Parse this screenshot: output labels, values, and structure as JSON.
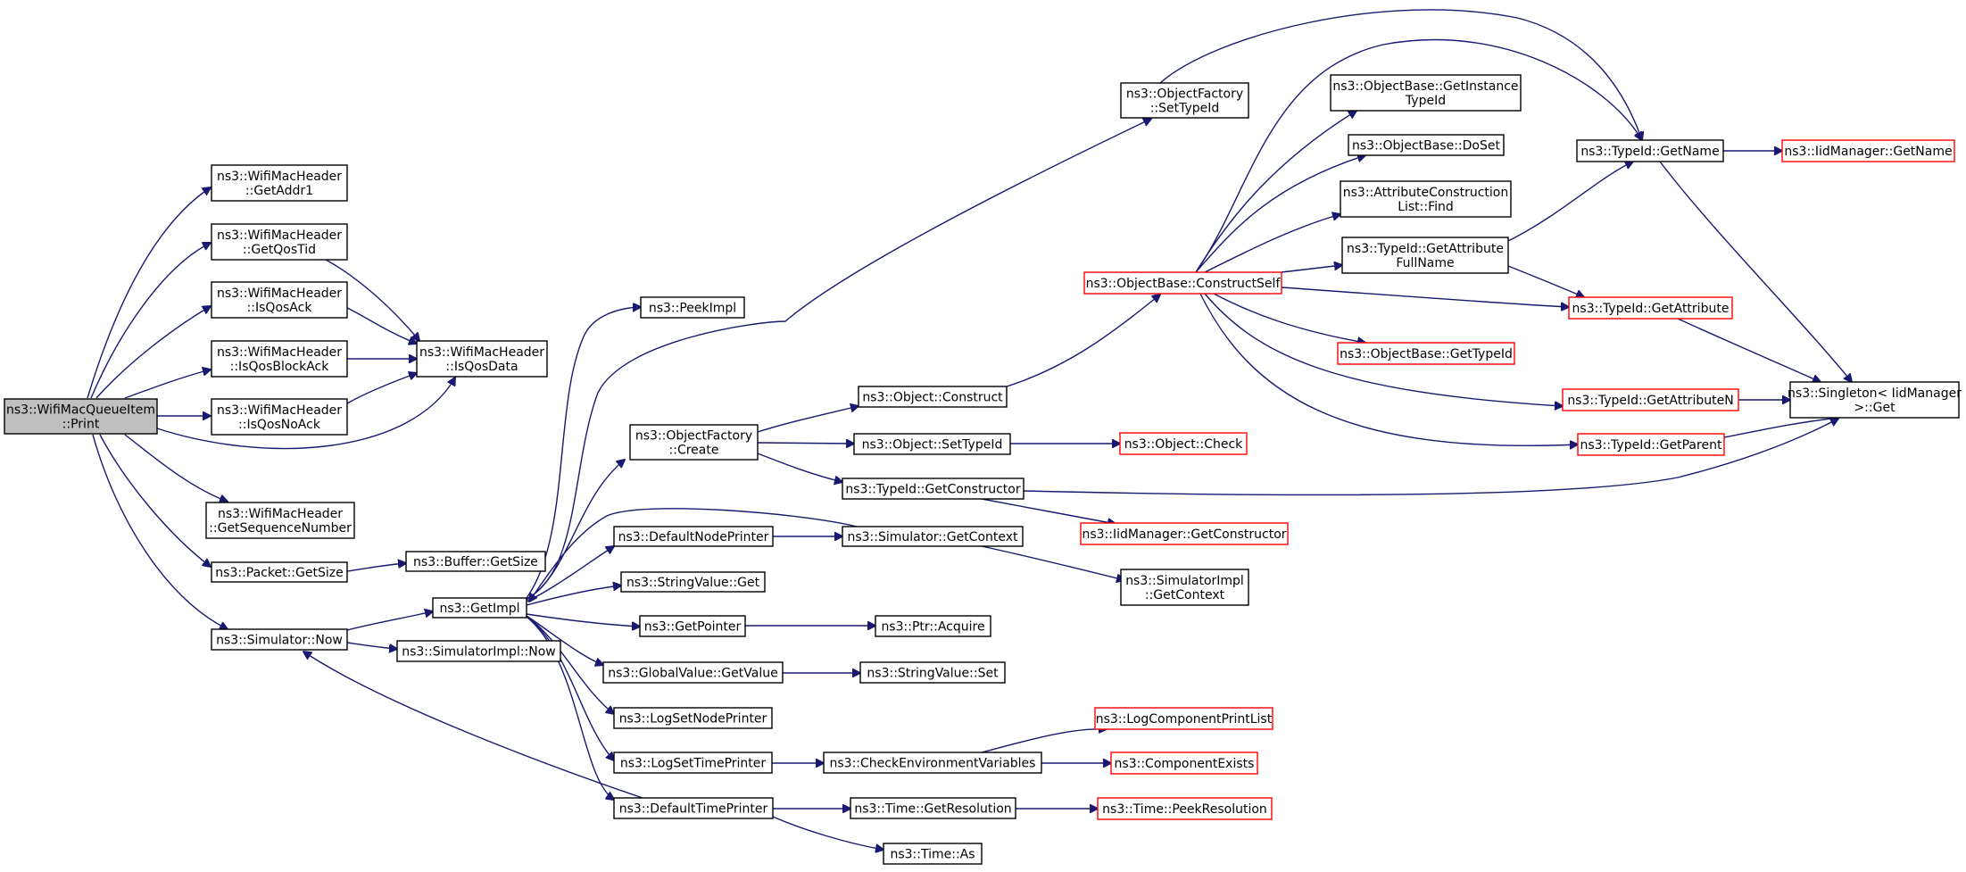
{
  "colors": {
    "edge": "#191970",
    "truncated_border": "#ff0000",
    "root_fill": "#bfbfbf"
  },
  "nodes": [
    {
      "id": "root",
      "lines": [
        "ns3::WifiMacQueueItem",
        "::Print"
      ],
      "style": "root"
    },
    {
      "id": "getaddr1",
      "lines": [
        "ns3::WifiMacHeader",
        "::GetAddr1"
      ]
    },
    {
      "id": "getqostid",
      "lines": [
        "ns3::WifiMacHeader",
        "::GetQosTid"
      ]
    },
    {
      "id": "isqosack",
      "lines": [
        "ns3::WifiMacHeader",
        "::IsQosAck"
      ]
    },
    {
      "id": "isqosblockack",
      "lines": [
        "ns3::WifiMacHeader",
        "::IsQosBlockAck"
      ]
    },
    {
      "id": "isqosnoack",
      "lines": [
        "ns3::WifiMacHeader",
        "::IsQosNoAck"
      ]
    },
    {
      "id": "isqosdata",
      "lines": [
        "ns3::WifiMacHeader",
        "::IsQosData"
      ]
    },
    {
      "id": "getseqnum",
      "lines": [
        "ns3::WifiMacHeader",
        "::GetSequenceNumber"
      ]
    },
    {
      "id": "packetgetsize",
      "lines": [
        "ns3::Packet::GetSize"
      ]
    },
    {
      "id": "buffergetsize",
      "lines": [
        "ns3::Buffer::GetSize"
      ]
    },
    {
      "id": "simnow",
      "lines": [
        "ns3::Simulator::Now"
      ]
    },
    {
      "id": "getimpl",
      "lines": [
        "ns3::GetImpl"
      ]
    },
    {
      "id": "simimplnow",
      "lines": [
        "ns3::SimulatorImpl::Now"
      ]
    },
    {
      "id": "peekimpl",
      "lines": [
        "ns3::PeekImpl"
      ]
    },
    {
      "id": "ofcreate",
      "lines": [
        "ns3::ObjectFactory",
        "::Create"
      ]
    },
    {
      "id": "defnodeprinter",
      "lines": [
        "ns3::DefaultNodePrinter"
      ]
    },
    {
      "id": "stringvalueget",
      "lines": [
        "ns3::StringValue::Get"
      ]
    },
    {
      "id": "getpointer",
      "lines": [
        "ns3::GetPointer"
      ]
    },
    {
      "id": "gvgetvalue",
      "lines": [
        "ns3::GlobalValue::GetValue"
      ]
    },
    {
      "id": "logsetnodeprinter",
      "lines": [
        "ns3::LogSetNodePrinter"
      ]
    },
    {
      "id": "logsettimeprinter",
      "lines": [
        "ns3::LogSetTimePrinter"
      ]
    },
    {
      "id": "deftimeprinter",
      "lines": [
        "ns3::DefaultTimePrinter"
      ]
    },
    {
      "id": "objconstruct",
      "lines": [
        "ns3::Object::Construct"
      ]
    },
    {
      "id": "objsettypeid",
      "lines": [
        "ns3::Object::SetTypeId"
      ]
    },
    {
      "id": "tidgetconstructor",
      "lines": [
        "ns3::TypeId::GetConstructor"
      ]
    },
    {
      "id": "simgetcontext",
      "lines": [
        "ns3::Simulator::GetContext"
      ]
    },
    {
      "id": "ptracquire",
      "lines": [
        "ns3::Ptr::Acquire"
      ]
    },
    {
      "id": "svset",
      "lines": [
        "ns3::StringValue::Set"
      ]
    },
    {
      "id": "checkenv",
      "lines": [
        "ns3::CheckEnvironmentVariables"
      ]
    },
    {
      "id": "timegetres",
      "lines": [
        "ns3::Time::GetResolution"
      ]
    },
    {
      "id": "timeas",
      "lines": [
        "ns3::Time::As"
      ]
    },
    {
      "id": "ofsettypeid",
      "lines": [
        "ns3::ObjectFactory",
        "::SetTypeId"
      ]
    },
    {
      "id": "obconstructself",
      "lines": [
        "ns3::ObjectBase::ConstructSelf"
      ],
      "style": "red"
    },
    {
      "id": "objcheck",
      "lines": [
        "ns3::Object::Check"
      ],
      "style": "red"
    },
    {
      "id": "iidgetconstructor",
      "lines": [
        "ns3::IidManager::GetConstructor"
      ],
      "style": "red"
    },
    {
      "id": "simimplgetcontext",
      "lines": [
        "ns3::SimulatorImpl",
        "::GetContext"
      ]
    },
    {
      "id": "logcompprintlist",
      "lines": [
        "ns3::LogComponentPrintList"
      ],
      "style": "red"
    },
    {
      "id": "compexists",
      "lines": [
        "ns3::ComponentExists"
      ],
      "style": "red"
    },
    {
      "id": "timepeekres",
      "lines": [
        "ns3::Time::PeekResolution"
      ],
      "style": "red"
    },
    {
      "id": "obgetinstancetid",
      "lines": [
        "ns3::ObjectBase::GetInstance",
        "TypeId"
      ]
    },
    {
      "id": "obdoset",
      "lines": [
        "ns3::ObjectBase::DoSet"
      ]
    },
    {
      "id": "acfind",
      "lines": [
        "ns3::AttributeConstruction",
        "List::Find"
      ]
    },
    {
      "id": "tidgetattrfullname",
      "lines": [
        "ns3::TypeId::GetAttribute",
        "FullName"
      ]
    },
    {
      "id": "obgettypeid",
      "lines": [
        "ns3::ObjectBase::GetTypeId"
      ],
      "style": "red"
    },
    {
      "id": "tidgetname",
      "lines": [
        "ns3::TypeId::GetName"
      ]
    },
    {
      "id": "tidgetattribute",
      "lines": [
        "ns3::TypeId::GetAttribute"
      ],
      "style": "red"
    },
    {
      "id": "tidgetattributen",
      "lines": [
        "ns3::TypeId::GetAttributeN"
      ],
      "style": "red"
    },
    {
      "id": "tidgetparent",
      "lines": [
        "ns3::TypeId::GetParent"
      ],
      "style": "red"
    },
    {
      "id": "iidgetname",
      "lines": [
        "ns3::IidManager::GetName"
      ],
      "style": "red"
    },
    {
      "id": "singletonget",
      "lines": [
        "ns3::Singleton< IidManager",
        ">::Get"
      ]
    }
  ]
}
